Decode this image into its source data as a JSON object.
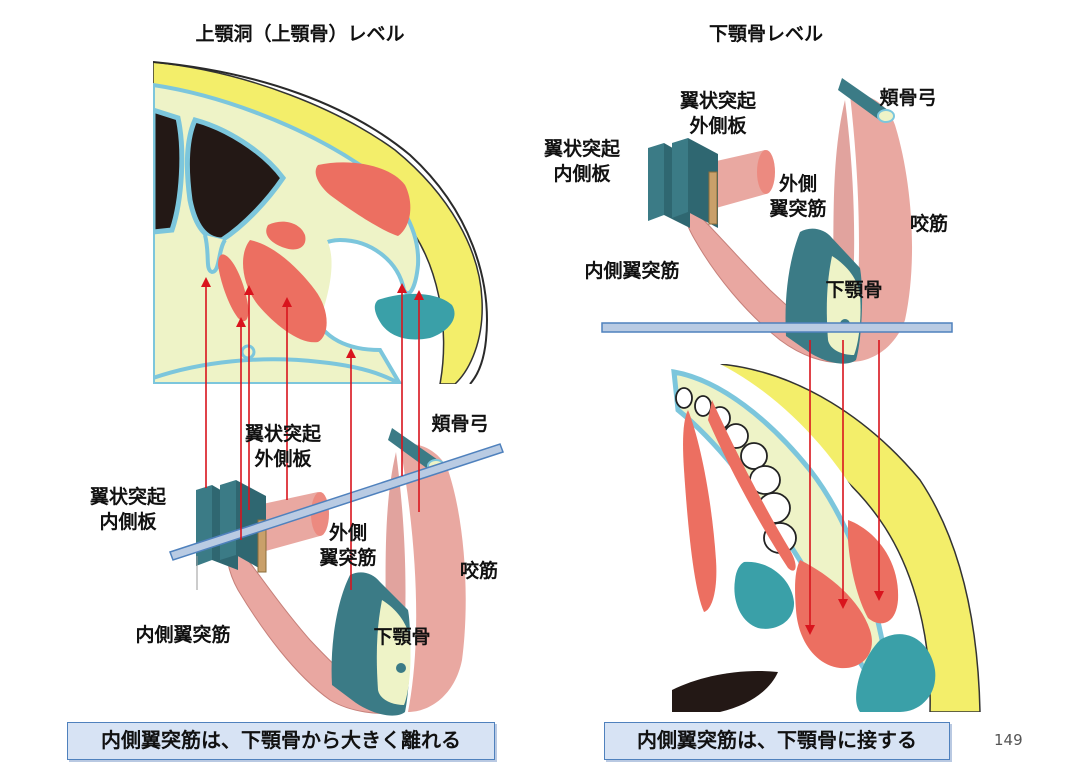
{
  "left_panel": {
    "title": "上顎洞（上顎骨）レベル",
    "labels": {
      "zygomatic_arch": "頬骨弓",
      "lateral_plate": "翼状突起\n外側板",
      "medial_plate": "翼状突起\n内側板",
      "lateral_pterygoid": "外側\n翼突筋",
      "masseter": "咬筋",
      "medial_pterygoid": "内側翼突筋",
      "mandible": "下顎骨"
    },
    "caption": "内側翼突筋は、下顎骨から大きく離れる"
  },
  "right_panel": {
    "title": "下顎骨レベル",
    "labels": {
      "zygomatic_arch": "頬骨弓",
      "lateral_plate": "翼状突起\n外側板",
      "medial_plate": "翼状突起\n内側板",
      "lateral_pterygoid": "外側\n翼突筋",
      "masseter": "咬筋",
      "medial_pterygoid": "内側翼突筋",
      "mandible": "下顎骨"
    },
    "caption": "内側翼突筋は、下顎骨に接する"
  },
  "page_number": "149",
  "colors": {
    "muscle_red": "#ec6f61",
    "muscle_pink": "#e8a39c",
    "bone_teal": "#3aa0a8",
    "bone_dark": "#3b7b86",
    "bone_light": "#eef3c7",
    "outline_blue": "#7cc6dc",
    "fat_yellow": "#f3ee6a",
    "sinus_dark": "#231815",
    "arrow_red": "#d9141d",
    "plane_blue": "#b9cbe3"
  }
}
